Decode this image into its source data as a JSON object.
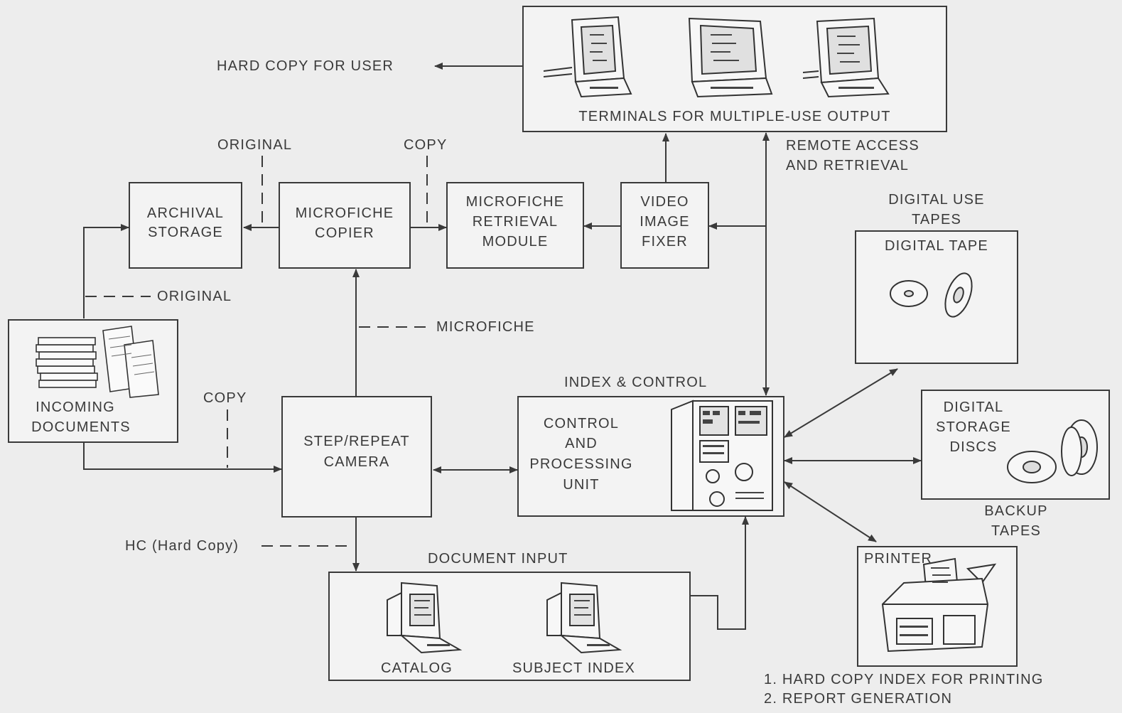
{
  "labels": {
    "terminals": "TERMINALS FOR MULTIPLE-USE OUTPUT",
    "hard_copy_user": "HARD COPY FOR USER",
    "original_top": "ORIGINAL",
    "copy_top": "COPY",
    "remote_1": "REMOTE ACCESS",
    "remote_2": "AND RETRIEVAL",
    "archival_1": "ARCHIVAL",
    "archival_2": "STORAGE",
    "mcopier_1": "MICROFICHE",
    "mcopier_2": "COPIER",
    "mretr_1": "MICROFICHE",
    "mretr_2": "RETRIEVAL",
    "mretr_3": "MODULE",
    "video_1": "VIDEO",
    "video_2": "IMAGE",
    "video_3": "FIXER",
    "dut_1": "DIGITAL USE",
    "dut_2": "TAPES",
    "digital_tape": "DIGITAL TAPE",
    "original_left": "ORIGINAL",
    "microfiche": "MICROFICHE",
    "incoming_1": "INCOMING",
    "incoming_2": "DOCUMENTS",
    "copy_left": "COPY",
    "step_1": "STEP/REPEAT",
    "step_2": "CAMERA",
    "index_control": "INDEX & CONTROL",
    "cpu_1": "CONTROL",
    "cpu_2": "AND",
    "cpu_3": "PROCESSING",
    "cpu_4": "UNIT",
    "dsd_1": "DIGITAL",
    "dsd_2": "STORAGE",
    "dsd_3": "DISCS",
    "backup_1": "BACKUP",
    "backup_2": "TAPES",
    "hc": "HC (Hard Copy)",
    "document_input": "DOCUMENT INPUT",
    "catalog": "CATALOG",
    "subject_index": "SUBJECT INDEX",
    "printer": "PRINTER",
    "note_1": "1. HARD COPY INDEX FOR PRINTING",
    "note_2": "2. REPORT GENERATION"
  },
  "colors": {
    "line": "#3a3a3a",
    "background": "#ededed",
    "box": "#f3f3f3"
  },
  "icons": [
    "terminal-icon",
    "document-stack-icon",
    "control-panel-icon",
    "tape-reel-icon",
    "disc-icon",
    "printer-icon",
    "workstation-icon"
  ]
}
